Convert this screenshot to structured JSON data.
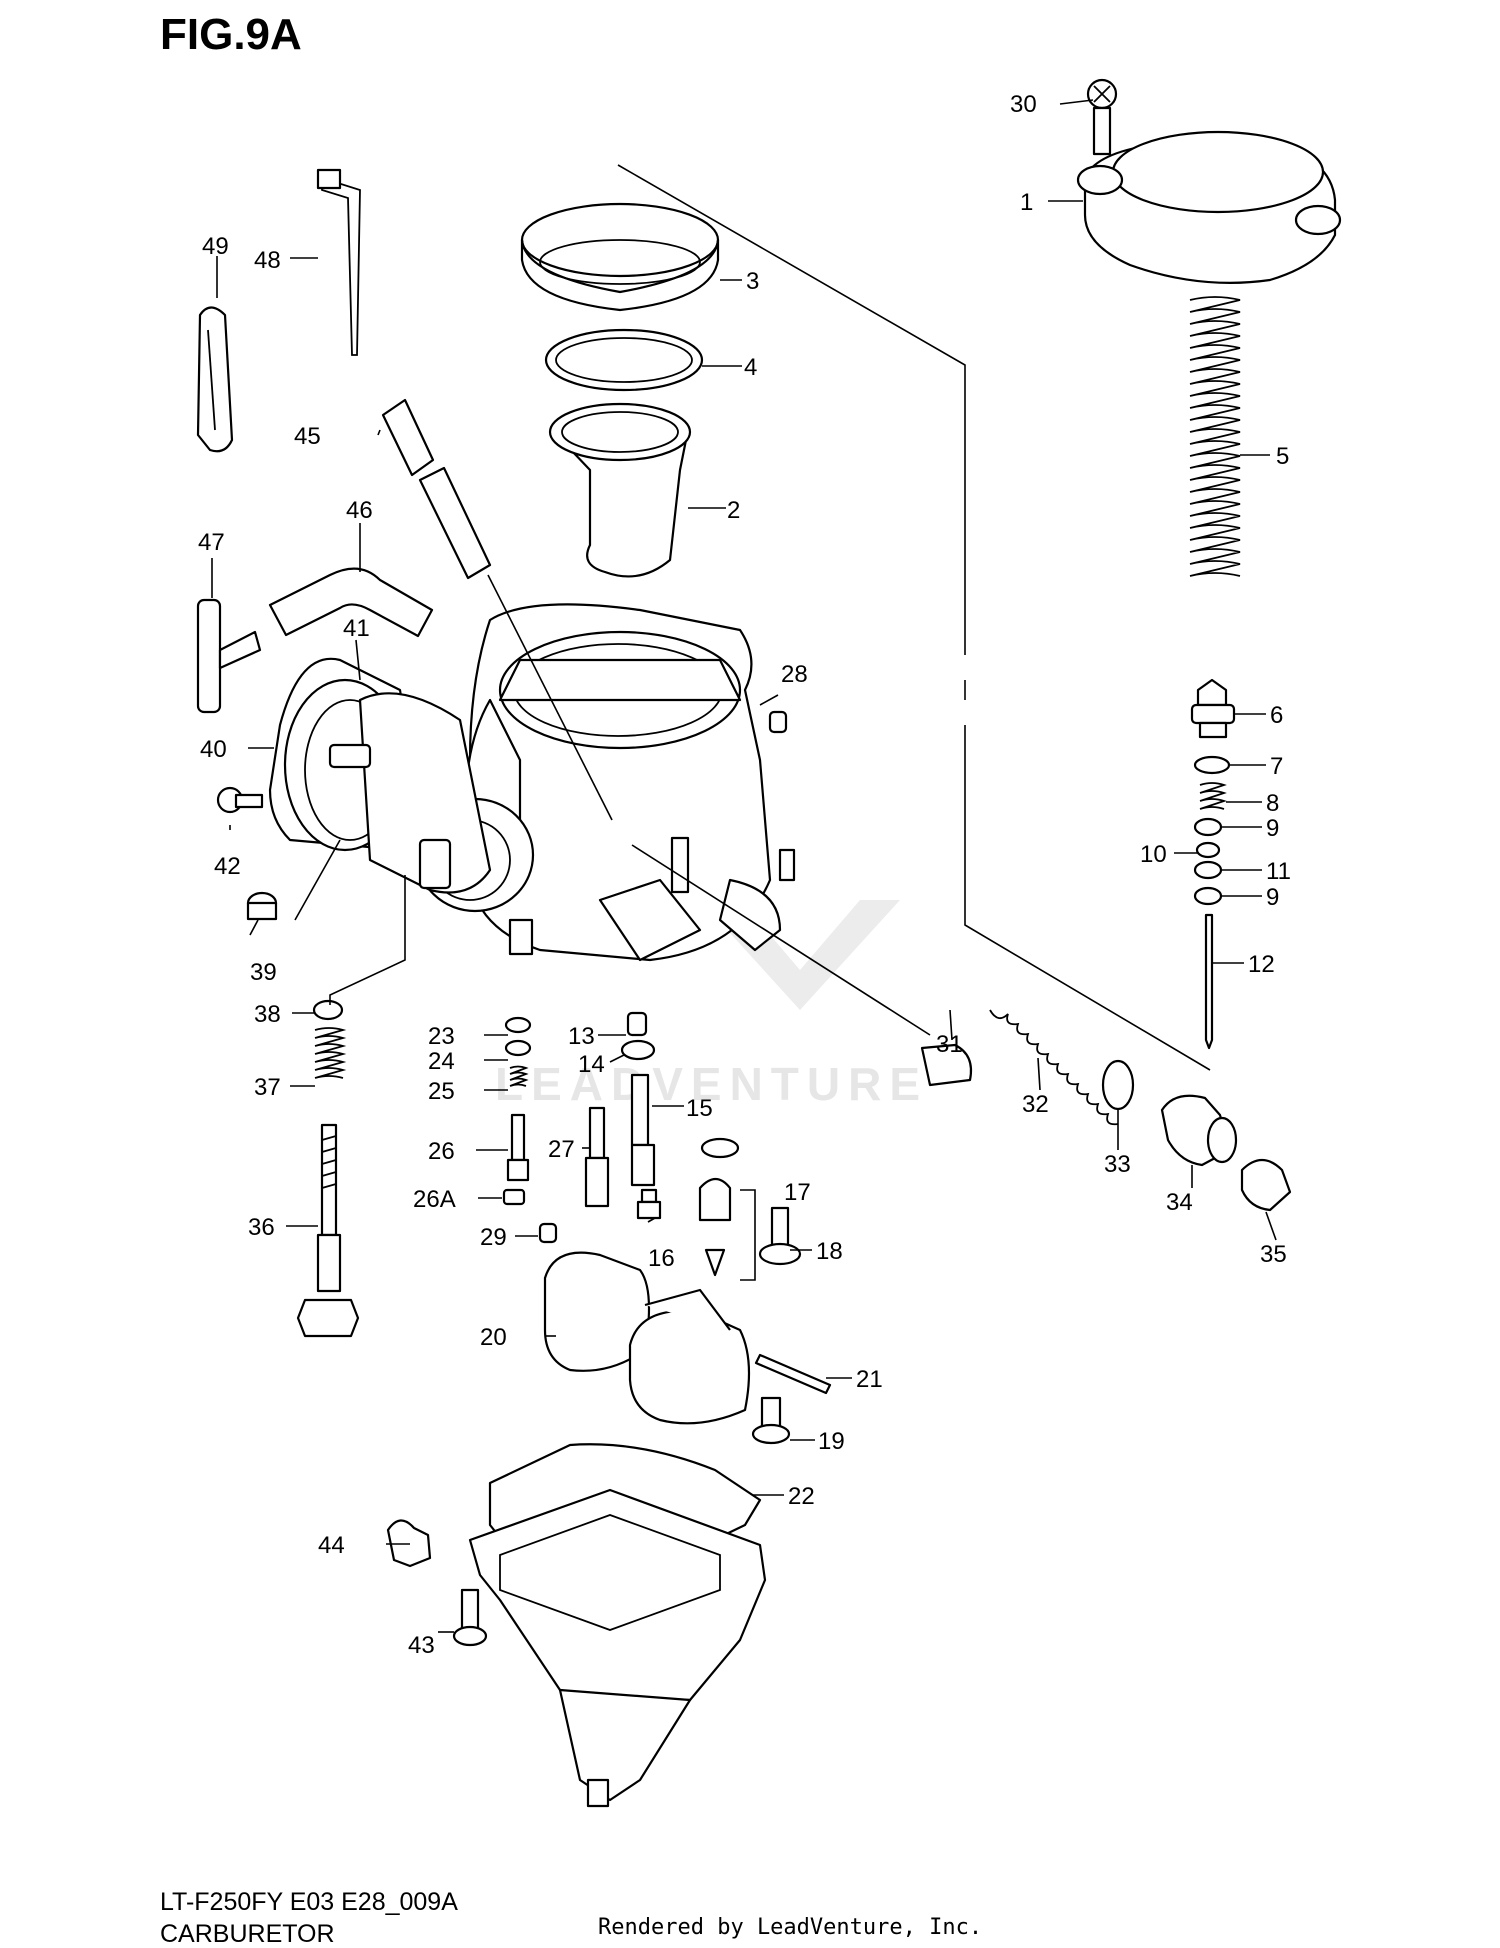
{
  "figure_title": "FIG.9A",
  "footer": {
    "model_code": "LT-F250FY E03 E28_009A",
    "section_name": "CARBURETOR",
    "rendered_by": "Rendered by LeadVenture, Inc."
  },
  "watermark": {
    "text": "LEADVENTURE"
  },
  "callouts": {
    "c1": "1",
    "c2": "2",
    "c3": "3",
    "c4": "4",
    "c5": "5",
    "c6": "6",
    "c7": "7",
    "c8": "8",
    "c9a": "9",
    "c9b": "9",
    "c10": "10",
    "c11": "11",
    "c12": "12",
    "c13": "13",
    "c14": "14",
    "c15": "15",
    "c16": "16",
    "c17": "17",
    "c18": "18",
    "c19": "19",
    "c20": "20",
    "c21": "21",
    "c22": "22",
    "c23": "23",
    "c24": "24",
    "c25": "25",
    "c26": "26",
    "c26a": "26A",
    "c27": "27",
    "c28": "28",
    "c29": "29",
    "c30": "30",
    "c31": "31",
    "c32": "32",
    "c33": "33",
    "c34": "34",
    "c35": "35",
    "c36": "36",
    "c37": "37",
    "c38": "38",
    "c39": "39",
    "c40": "40",
    "c41": "41",
    "c42": "42",
    "c43": "43",
    "c44": "44",
    "c45": "45",
    "c46": "46",
    "c47": "47",
    "c48": "48",
    "c49": "49"
  }
}
